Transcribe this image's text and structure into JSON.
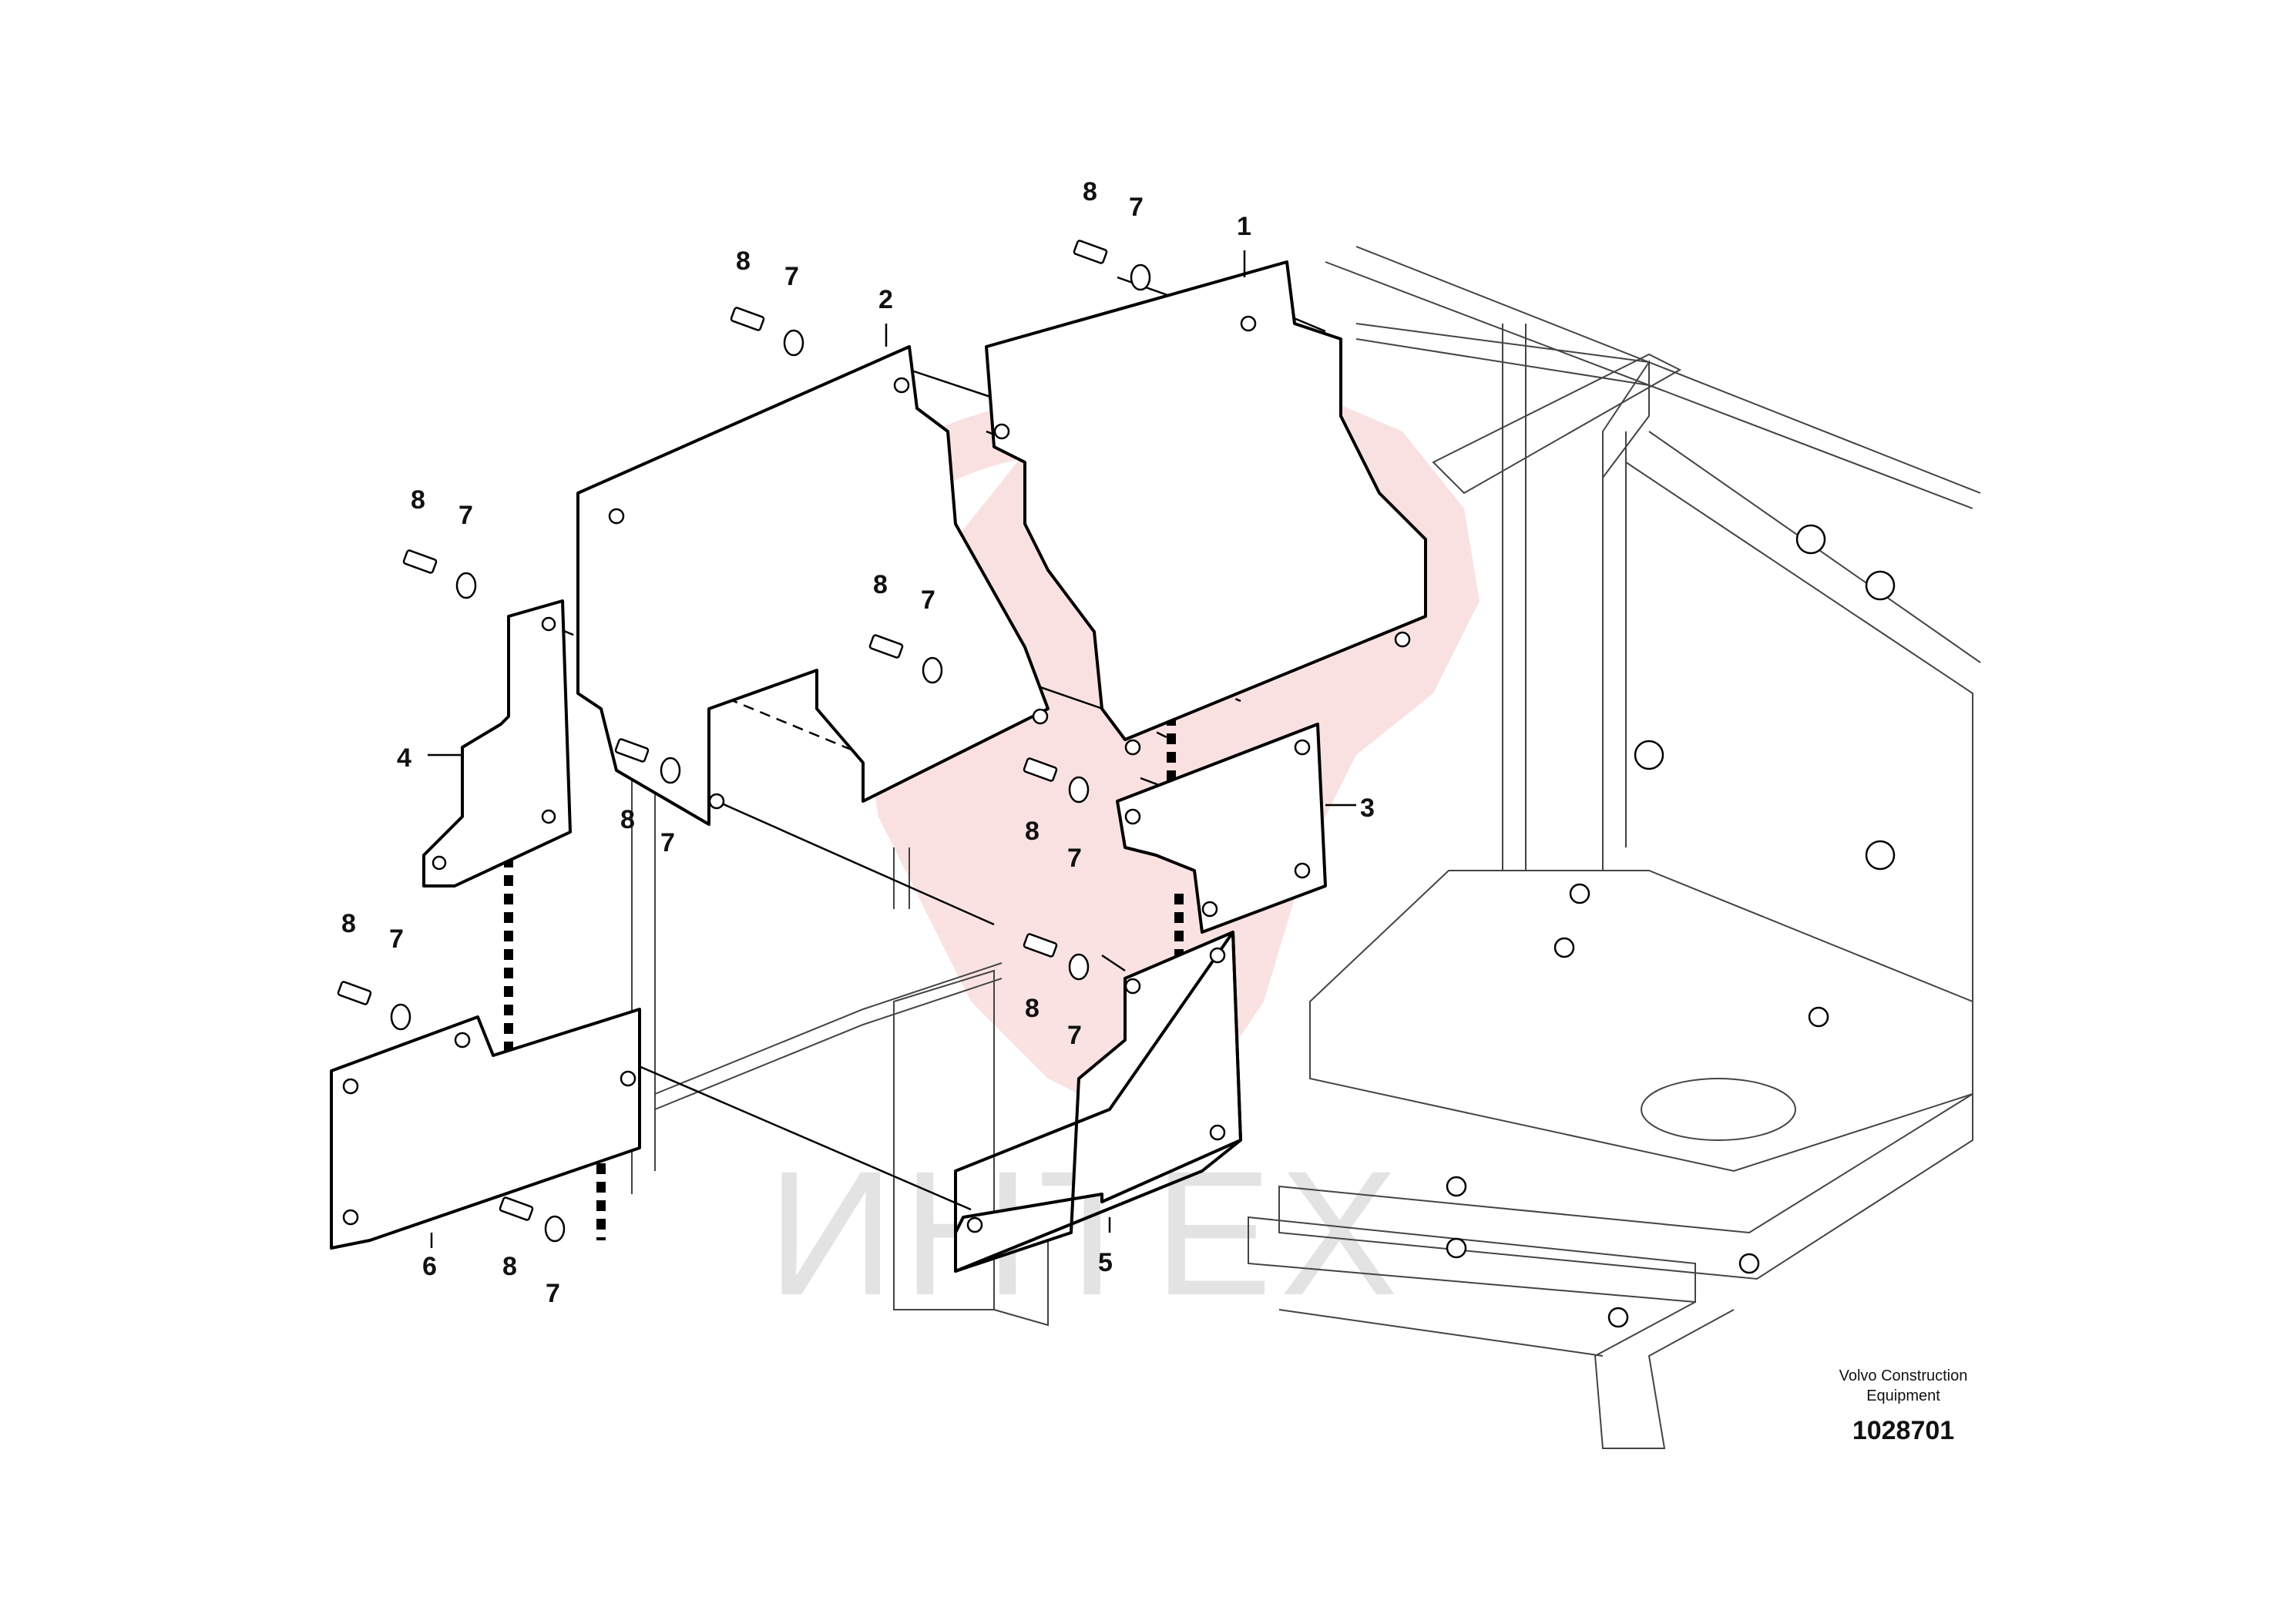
{
  "callouts": {
    "c1": "1",
    "c2": "2",
    "c3": "3",
    "c4": "4",
    "c5": "5",
    "c6": "6",
    "c7": "7",
    "c8": "8"
  },
  "footer": {
    "company_line1": "Volvo Construction",
    "company_line2": "Equipment",
    "drawing_number": "1028701"
  },
  "watermark": {
    "text": "ИНТЕХ",
    "color": "#e8c9c9",
    "logo_color": "#f3c6c6"
  },
  "colors": {
    "line": "#000000",
    "background": "#ffffff"
  }
}
